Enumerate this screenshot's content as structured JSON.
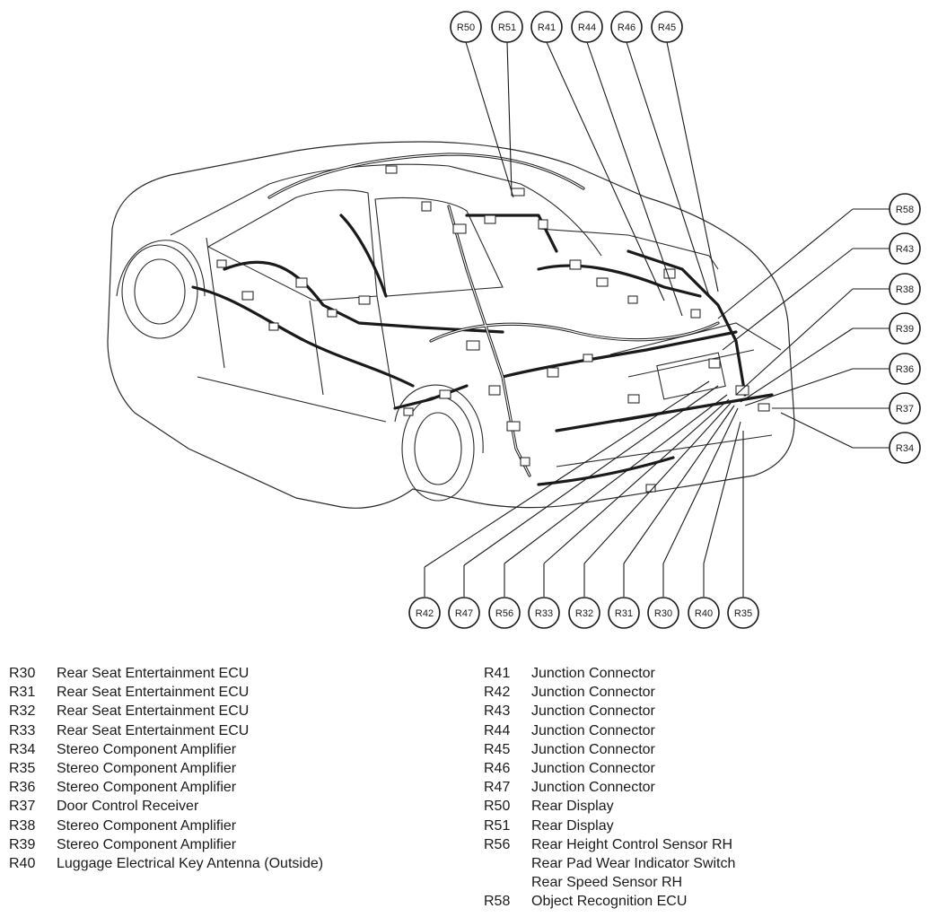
{
  "callouts_top": [
    "R50",
    "R51",
    "R41",
    "R44",
    "R46",
    "R45"
  ],
  "callouts_right": [
    "R58",
    "R43",
    "R38",
    "R39",
    "R36",
    "R37",
    "R34"
  ],
  "callouts_bottom": [
    "R42",
    "R47",
    "R56",
    "R33",
    "R32",
    "R31",
    "R30",
    "R40",
    "R35"
  ],
  "legend_left": [
    {
      "code": "R30",
      "name": "Rear Seat Entertainment ECU"
    },
    {
      "code": "R31",
      "name": "Rear Seat Entertainment ECU"
    },
    {
      "code": "R32",
      "name": "Rear Seat Entertainment ECU"
    },
    {
      "code": "R33",
      "name": "Rear Seat Entertainment ECU"
    },
    {
      "code": "R34",
      "name": "Stereo Component Amplifier"
    },
    {
      "code": "R35",
      "name": "Stereo Component Amplifier"
    },
    {
      "code": "R36",
      "name": "Stereo Component Amplifier"
    },
    {
      "code": "R37",
      "name": "Door Control Receiver"
    },
    {
      "code": "R38",
      "name": "Stereo Component Amplifier"
    },
    {
      "code": "R39",
      "name": "Stereo Component Amplifier"
    },
    {
      "code": "R40",
      "name": "Luggage Electrical Key Antenna (Outside)"
    }
  ],
  "legend_right": [
    {
      "code": "R41",
      "name": "Junction Connector"
    },
    {
      "code": "R42",
      "name": "Junction Connector"
    },
    {
      "code": "R43",
      "name": "Junction Connector"
    },
    {
      "code": "R44",
      "name": "Junction Connector"
    },
    {
      "code": "R45",
      "name": "Junction Connector"
    },
    {
      "code": "R46",
      "name": "Junction Connector"
    },
    {
      "code": "R47",
      "name": "Junction Connector"
    },
    {
      "code": "R50",
      "name": "Rear Display"
    },
    {
      "code": "R51",
      "name": "Rear Display"
    },
    {
      "code": "R56",
      "name": "Rear Height Control Sensor RH"
    },
    {
      "code": "",
      "name": "Rear Pad Wear Indicator Switch"
    },
    {
      "code": "",
      "name": "Rear Speed Sensor RH"
    },
    {
      "code": "R58",
      "name": "Object Recognition ECU"
    }
  ]
}
